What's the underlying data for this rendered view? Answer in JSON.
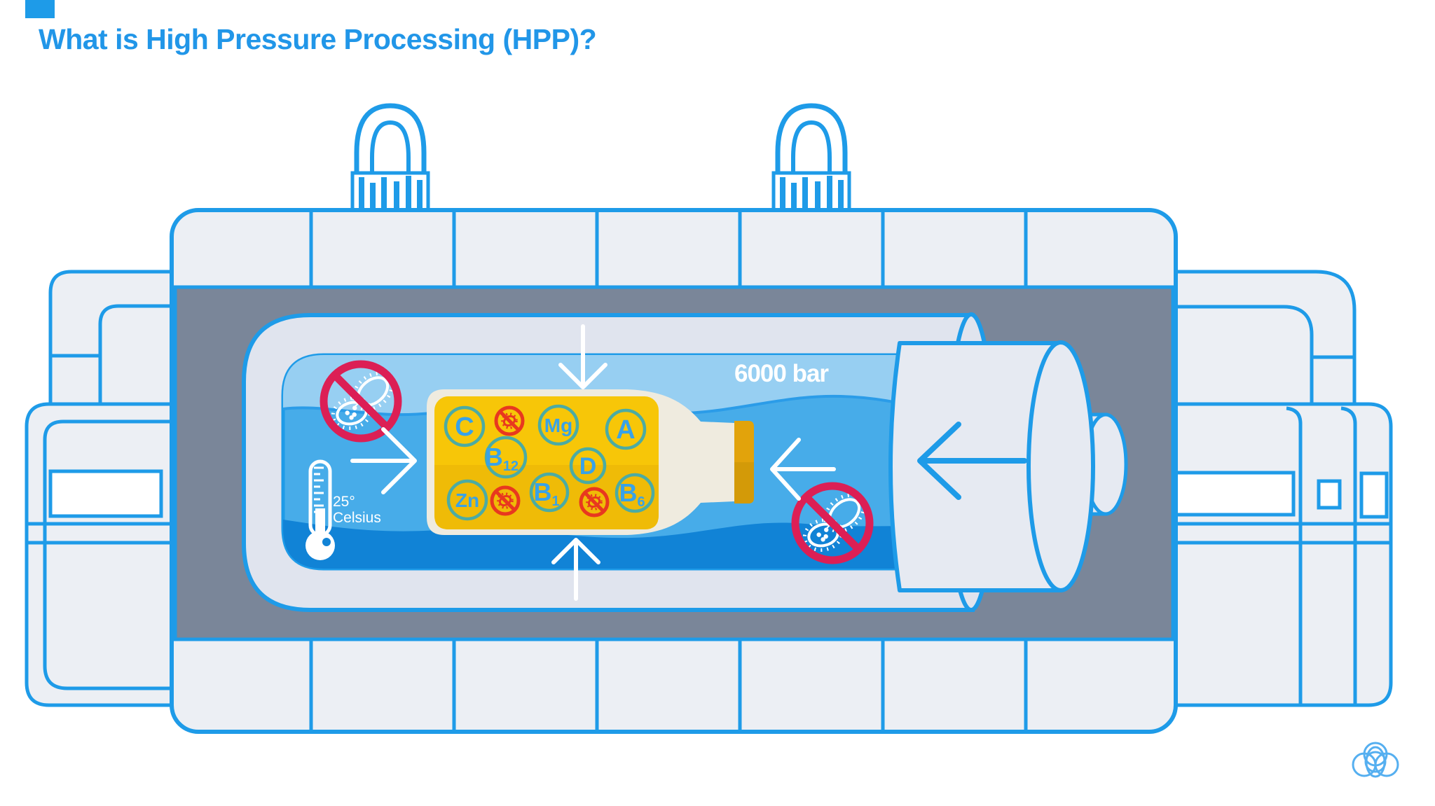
{
  "page": {
    "corner_tab_color": "#1E9BE8",
    "background": "#ffffff"
  },
  "header": {
    "title": "What is High Pressure Processing (HPP)?",
    "title_color": "#2196E8"
  },
  "machine": {
    "pressure_label": "6000 bar",
    "temperature": {
      "value": "25°",
      "unit": "Celsius"
    },
    "vitamins": [
      {
        "base": "C",
        "sub": ""
      },
      {
        "base": "Mg",
        "sub": ""
      },
      {
        "base": "A",
        "sub": ""
      },
      {
        "base": "B",
        "sub": "12"
      },
      {
        "base": "D",
        "sub": ""
      },
      {
        "base": "Zn",
        "sub": ""
      },
      {
        "base": "B",
        "sub": "1"
      },
      {
        "base": "B",
        "sub": "6"
      }
    ],
    "icons": [
      "no-bacteria-icon",
      "thermometer-icon",
      "pressure-arrow-icon",
      "piston-arrow-icon",
      "lifting-lug-icon",
      "brand-logo-icon"
    ],
    "colors": {
      "accent_blue": "#1E9BE8",
      "machine_gray": "#ECEFF4",
      "chamber_gray": "#7A8699",
      "vessel_wall": "#E0E4EE",
      "water_light": "#97CFF2",
      "water_mid": "#47ACE9",
      "water_dark": "#1183D6",
      "label_yellow": "#F7C608",
      "label_yellow_dark": "#EFBB07",
      "cap_gold": "#E2A30B",
      "bottle_cream": "#EFEBDF",
      "prohibit_pink": "#DC1F55",
      "prohibit_red": "#E8381F",
      "vitamin_teal": "#4CABA3",
      "vitamin_blue": "#38A2E8"
    }
  }
}
